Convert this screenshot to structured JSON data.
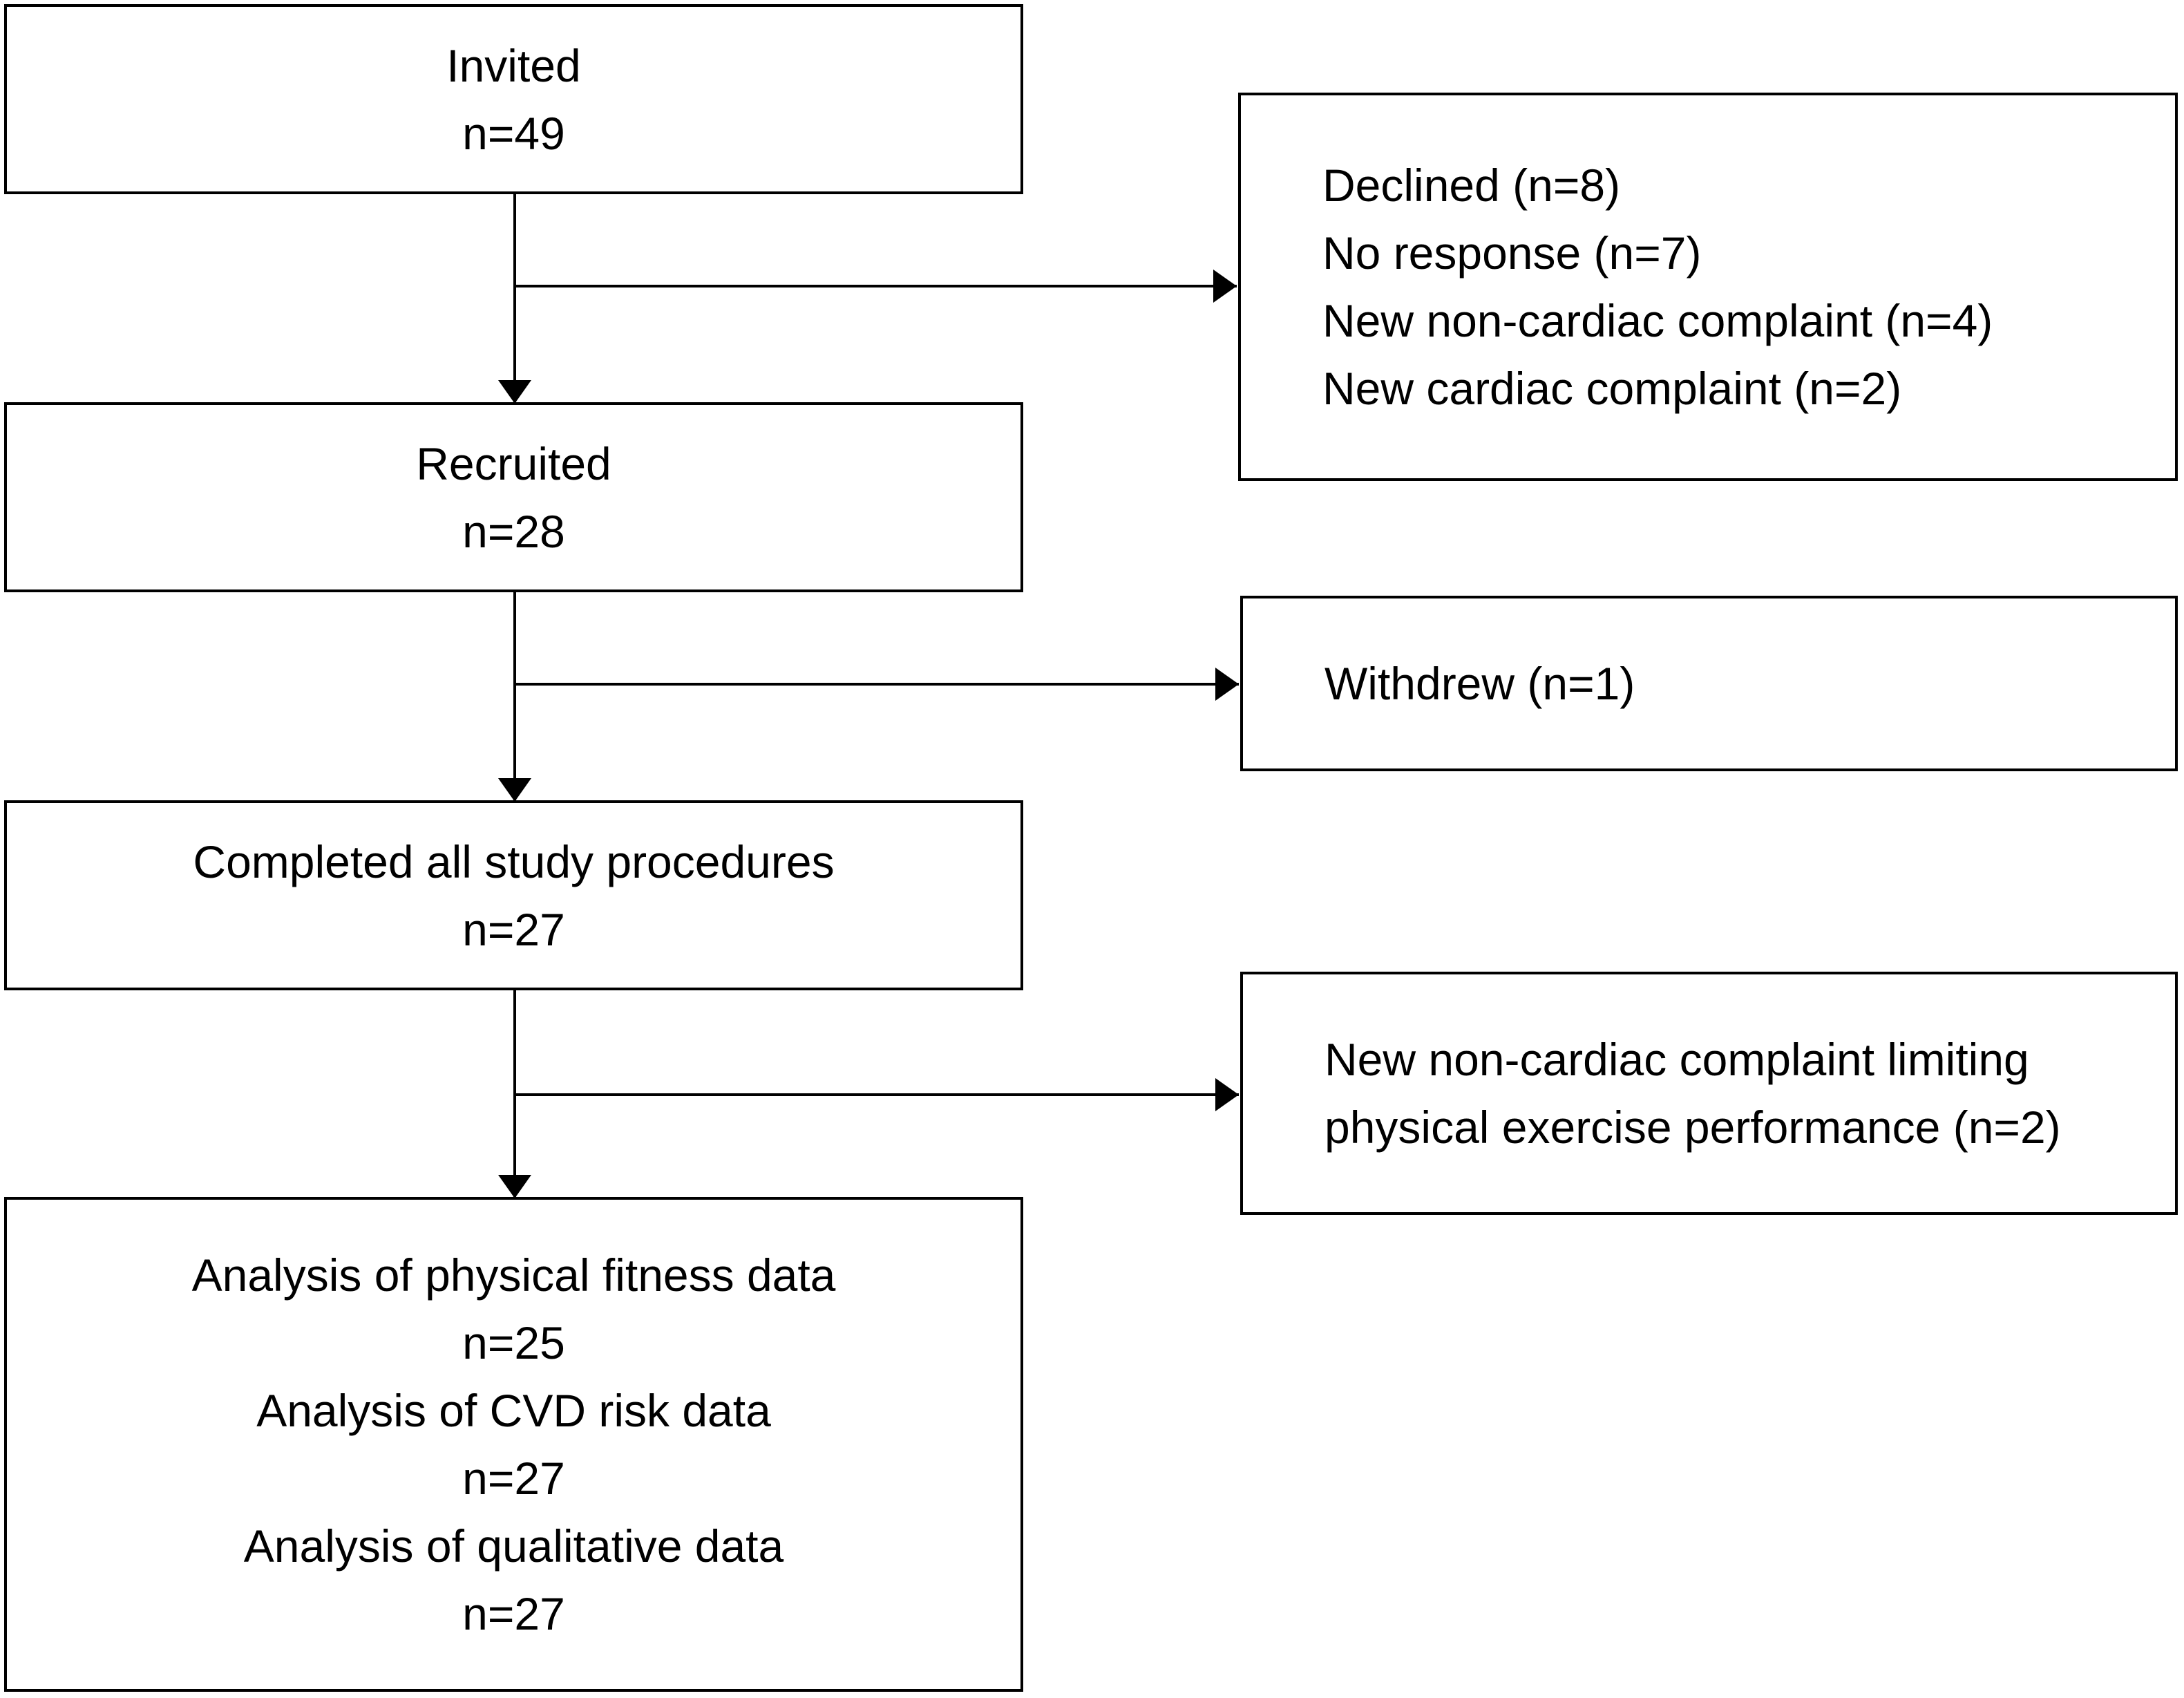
{
  "flow": {
    "invited": {
      "label": "Invited",
      "count": "n=49"
    },
    "recruited": {
      "label": "Recruited",
      "count": "n=28"
    },
    "completed": {
      "label": "Completed all study procedures",
      "count": "n=27"
    },
    "analysis": {
      "fitness_label": "Analysis of physical fitness data",
      "fitness_count": "n=25",
      "cvd_label": "Analysis of CVD risk data",
      "cvd_count": "n=27",
      "qualitative_label": "Analysis of qualitative data",
      "qualitative_count": "n=27"
    }
  },
  "exclusions": {
    "first": [
      "Declined (n=8)",
      "No response (n=7)",
      "New non-cardiac complaint (n=4)",
      "New cardiac complaint (n=2)"
    ],
    "second": [
      "Withdrew (n=1)"
    ],
    "third": [
      "New non-cardiac complaint limiting",
      "physical exercise performance (n=2)"
    ]
  },
  "colors": {
    "line": "#000000",
    "box_border": "#000000",
    "background": "#ffffff"
  }
}
